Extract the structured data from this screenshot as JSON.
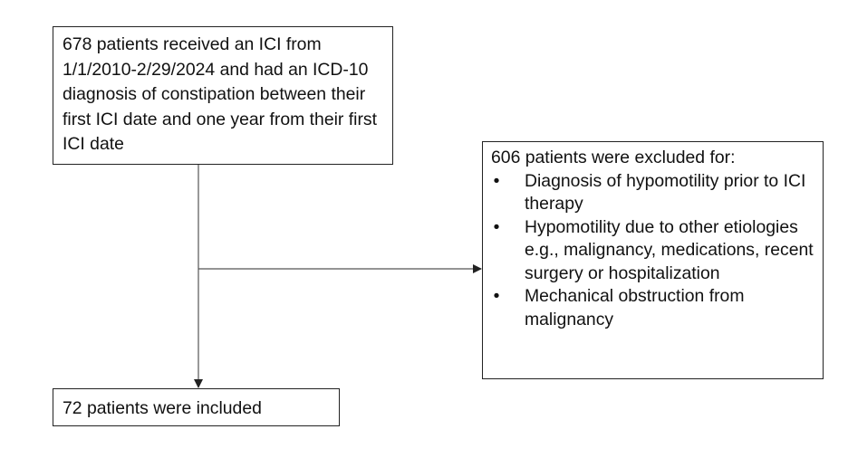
{
  "flowchart": {
    "top_box": {
      "text": "678 patients received an ICI from 1/1/2010-2/29/2024 and had an ICD-10 diagnosis of constipation between their first ICI date and one year from their first ICI date"
    },
    "exclusion_box": {
      "heading": "606 patients were excluded for:",
      "bullet_glyph": "•",
      "items": [
        "Diagnosis of hypomotility prior to ICI therapy",
        "Hypomotility due to other etiologies e.g., malignancy, medications, recent surgery or hospitalization",
        "Mechanical obstruction from malignancy"
      ]
    },
    "bottom_box": {
      "text": "72 patients were included"
    },
    "colors": {
      "line": "#555555",
      "border": "#222222",
      "text": "#111111"
    }
  }
}
